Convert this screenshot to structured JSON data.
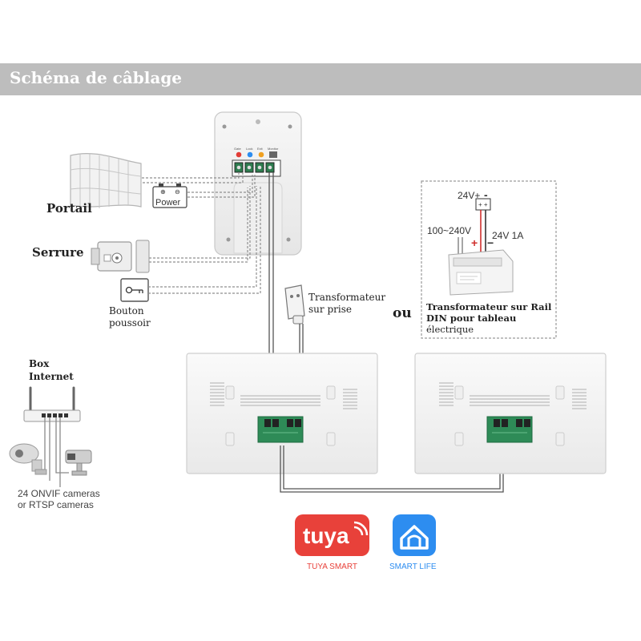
{
  "header": {
    "title": "Schéma de câblage"
  },
  "labels": {
    "portail": "Portail",
    "power": "Power",
    "serrure": "Serrure",
    "bouton_line1": "Bouton",
    "bouton_line2": "poussoir",
    "transfo_prise_line1": "Transformateur",
    "transfo_prise_line2": "sur prise",
    "ou": "ou",
    "din_line1": "Transformateur sur Rail",
    "din_line2": "DIN pour tableau",
    "din_line3": "électrique",
    "din_24v_plus": "24V+",
    "din_minus": "-",
    "din_input": "100~240V",
    "din_output": "24V 1A",
    "din_plus_sign": "+",
    "din_minus_sign": "−",
    "box_line1": "Box",
    "box_line2": "Internet",
    "cameras_line1": "24 ONVIF cameras",
    "cameras_line2": "or RTSP cameras",
    "door_terminals": [
      "Gate",
      "Lock",
      "Exit",
      "Monitor"
    ]
  },
  "apps": [
    {
      "logo_text": "tuya",
      "caption": "TUYA SMART",
      "color": "#e8413a"
    },
    {
      "logo_text": "",
      "caption": "SMART LIFE",
      "color": "#2d8df0"
    }
  ],
  "colors": {
    "header_bg": "#bdbdbd",
    "header_text": "#ffffff",
    "wire_red": "#d0302e",
    "wire_black": "#333333",
    "pcb_green": "#2e8b57"
  }
}
